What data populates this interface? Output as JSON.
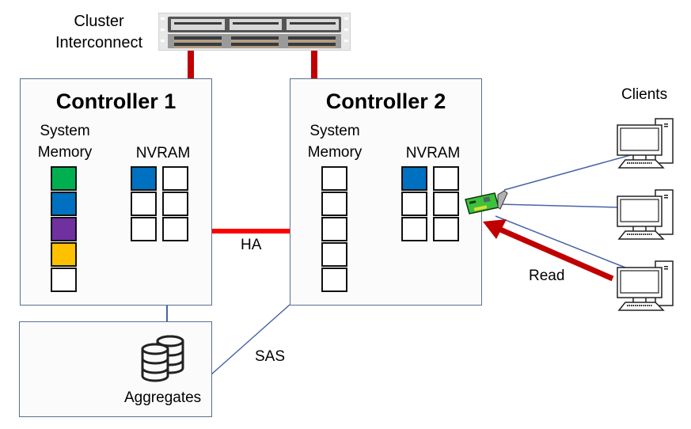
{
  "interconnect": {
    "label_line1": "Cluster",
    "label_line2": "Interconnect",
    "icon": "network-switch-icon"
  },
  "controllers": [
    {
      "title": "Controller 1",
      "memory_label_line1": "System",
      "memory_label_line2": "Memory",
      "nvram_label": "NVRAM",
      "memory_blocks": [
        "#00b050",
        "#0070c0",
        "#7030a0",
        "#ffc000",
        "#ffffff"
      ],
      "nvram_blocks": [
        "#0070c0",
        "#ffffff",
        "#ffffff",
        "#ffffff",
        "#ffffff",
        "#ffffff"
      ]
    },
    {
      "title": "Controller 2",
      "memory_label_line1": "System",
      "memory_label_line2": "Memory",
      "nvram_label": "NVRAM",
      "memory_blocks": [
        "#ffffff",
        "#ffffff",
        "#ffffff",
        "#ffffff",
        "#ffffff"
      ],
      "nvram_blocks": [
        "#0070c0",
        "#ffffff",
        "#ffffff",
        "#ffffff",
        "#ffffff",
        "#ffffff"
      ]
    }
  ],
  "links": {
    "ha_label": "HA",
    "sas_label": "SAS",
    "read_label": "Read"
  },
  "storage": {
    "label": "Aggregates",
    "icon": "database-icon"
  },
  "clients": {
    "label": "Clients",
    "count": 3,
    "icon": "desktop-computer-icon"
  },
  "nic": {
    "icon": "network-card-icon"
  },
  "colors": {
    "link_red": "#ff0000",
    "interconnect_red": "#c00000",
    "read_arrow": "#c00000",
    "connector_blue": "#4a63a8",
    "box_border": "#5a6f8e"
  }
}
